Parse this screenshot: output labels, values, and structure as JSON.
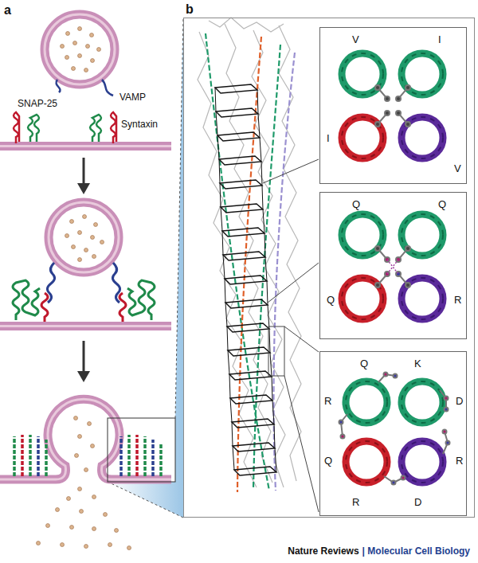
{
  "diagram": {
    "nodes": [
      {
        "text": [
          "b"
        ]
      },
      {
        "text": [
          "V",
          "I",
          "I",
          "V"
        ],
        "in": 0
      },
      {
        "text": [
          "Q",
          "Q",
          "Q",
          "R"
        ],
        "in": 0
      },
      {
        "text": [
          "Q",
          "K",
          "R",
          "D",
          "Q",
          "R",
          "R",
          "D"
        ],
        "in": 0
      }
    ],
    "labels": [
      "a",
      "SNAP-25",
      "VAMP",
      "Syntaxin",
      "Nature Reviews",
      "| Molecular Cell Biology"
    ]
  }
}
